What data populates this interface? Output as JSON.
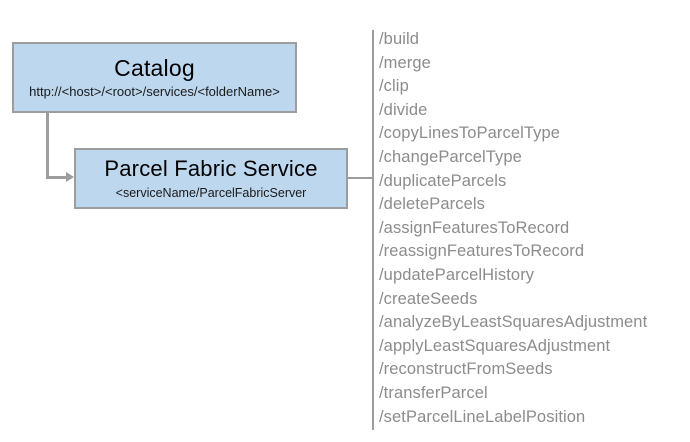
{
  "diagram": {
    "nodes": {
      "catalog": {
        "title": "Catalog",
        "subtitle": "http://<host>/<root>/services/<folderName>"
      },
      "parcel_fabric_service": {
        "title": "Parcel Fabric Service",
        "subtitle": "<serviceName/ParcelFabricServer"
      }
    },
    "operations": [
      "/build",
      "/merge",
      "/clip",
      "/divide",
      "/copyLinesToParcelType",
      "/changeParcelType",
      "/duplicateParcels",
      "/deleteParcels",
      "/assignFeaturesToRecord",
      "/reassignFeaturesToRecord",
      "/updateParcelHistory",
      "/createSeeds",
      "/analyzeByLeastSquaresAdjustment",
      "/applyLeastSquaresAdjustment",
      "/reconstructFromSeeds",
      "/transferParcel",
      "/setParcelLineLabelPosition"
    ],
    "colors": {
      "node_fill": "#bdd7ee",
      "node_border": "#9d9d9d",
      "connector": "#9d9d9d",
      "operation_text": "#8c8c8c",
      "title_text": "#000000",
      "background": "#ffffff"
    }
  }
}
